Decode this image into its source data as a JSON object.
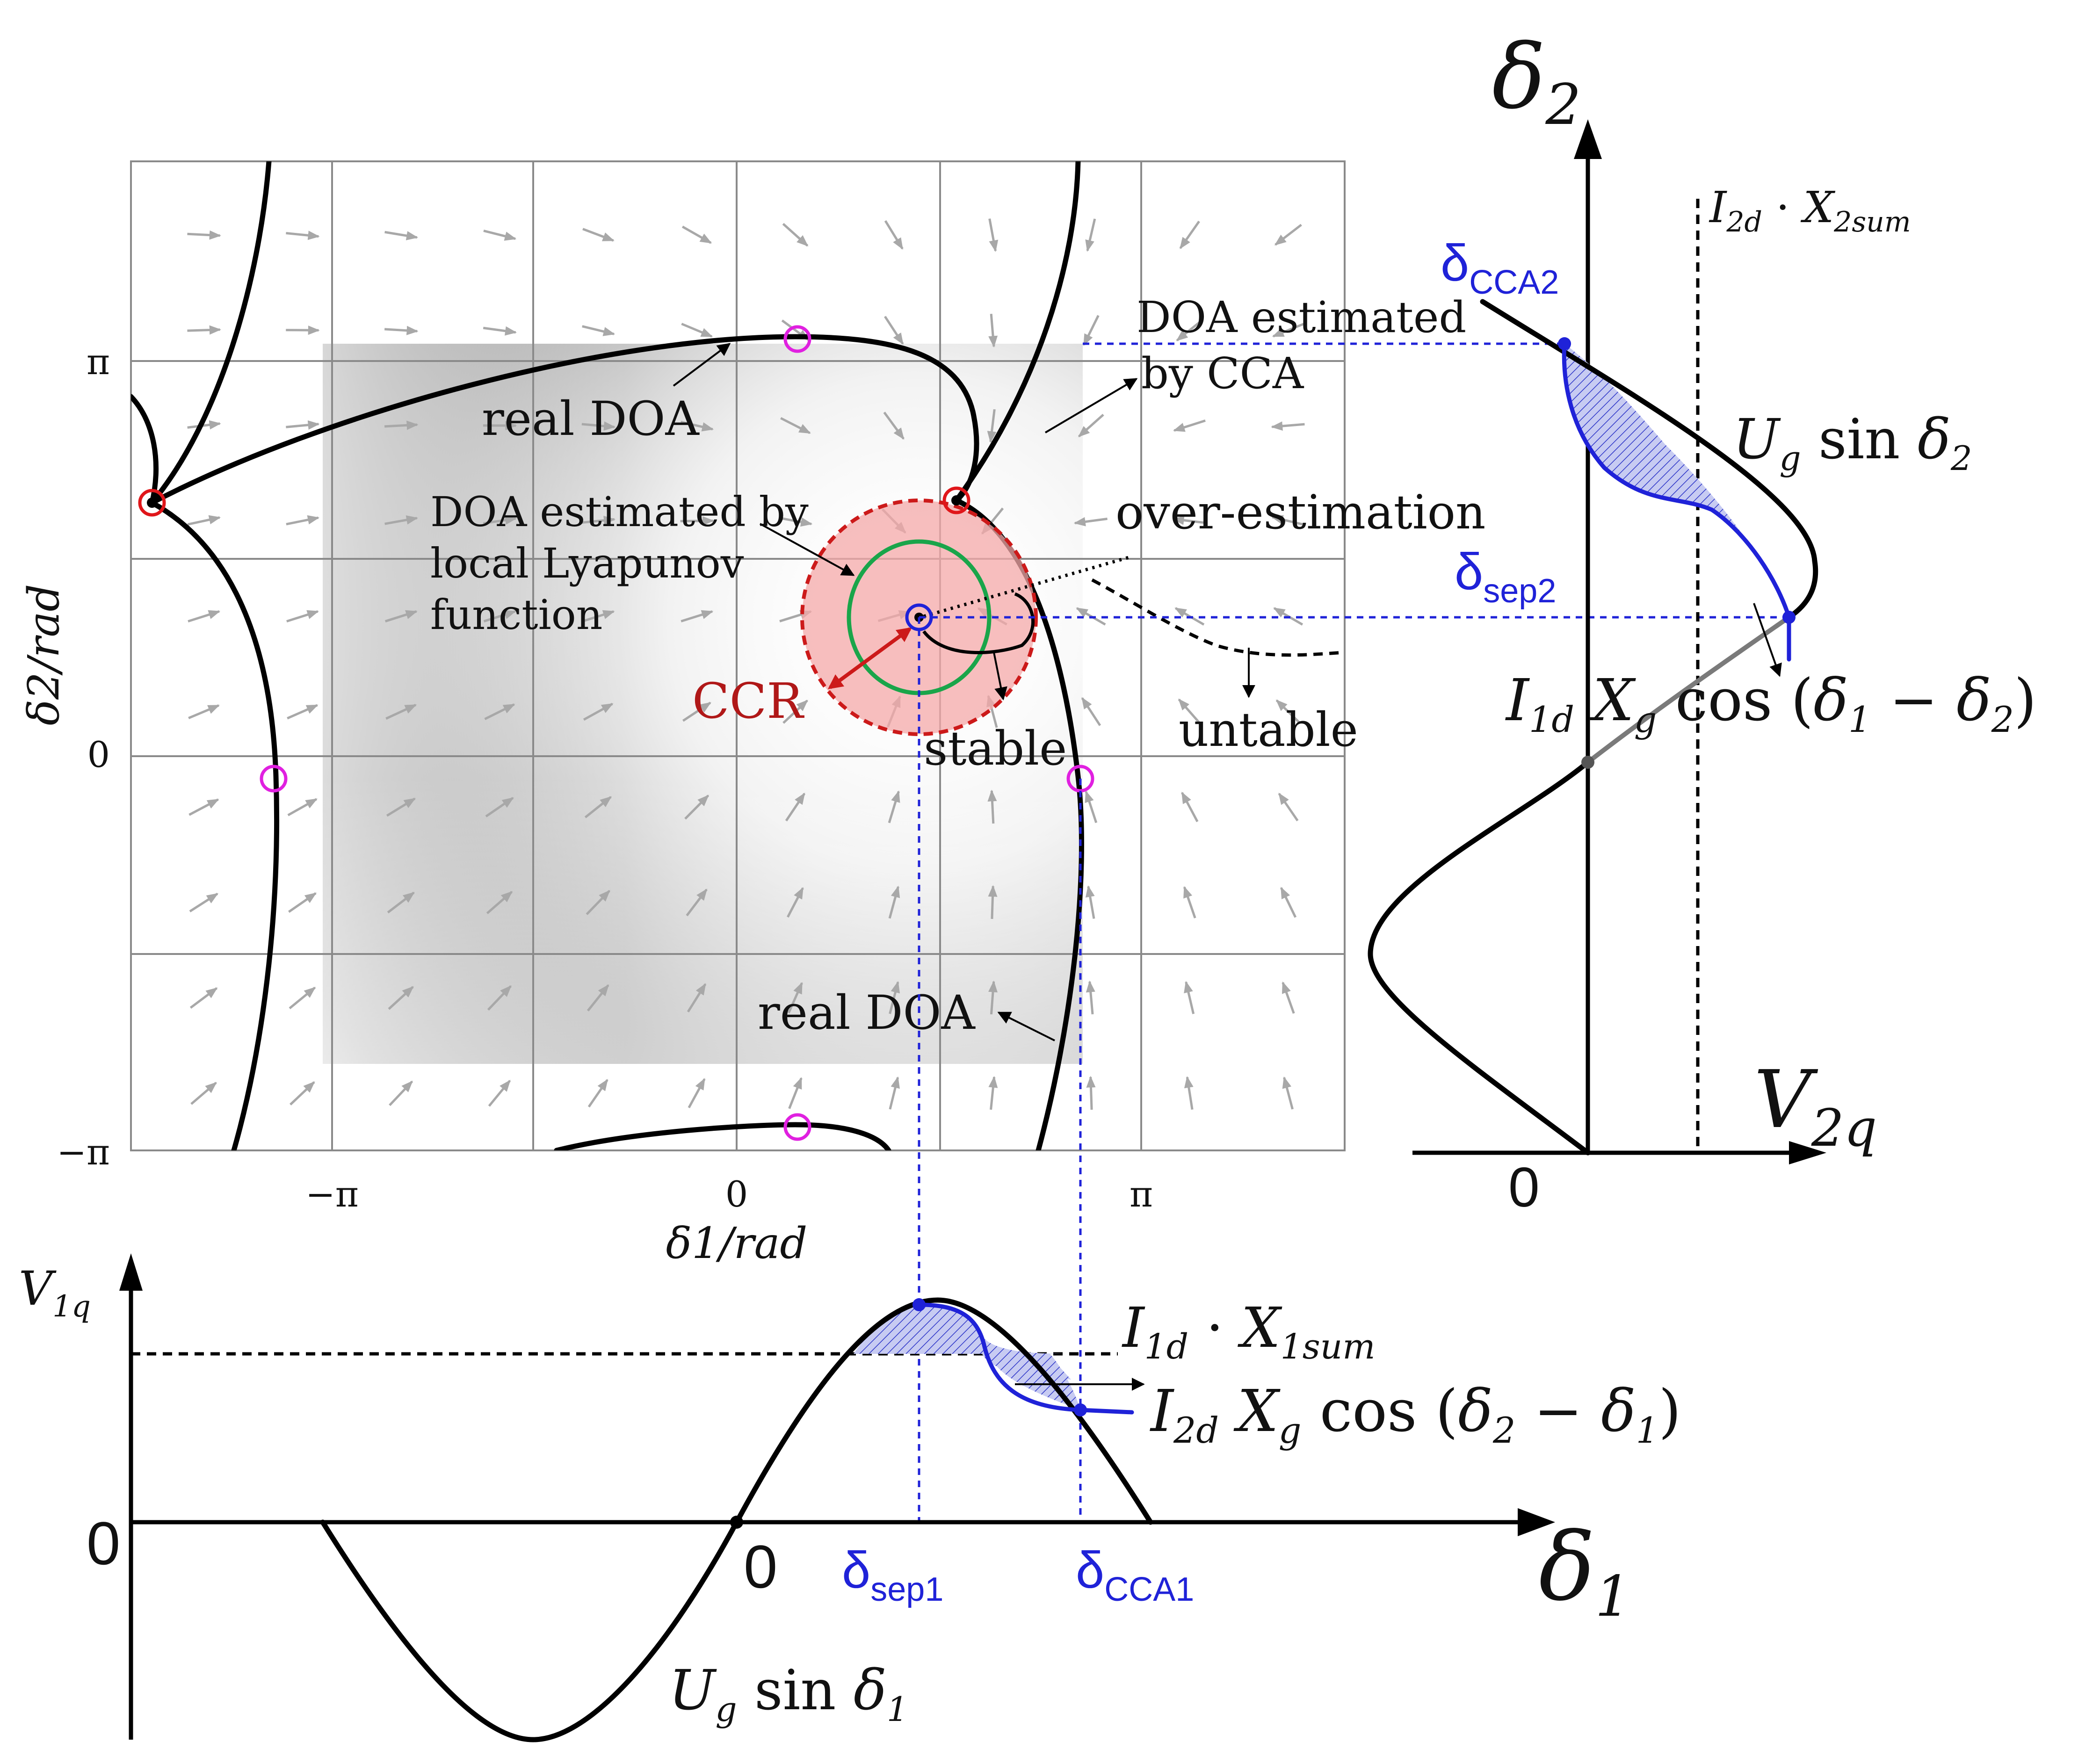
{
  "phase_plane": {
    "y_axis_label": "δ2/rad",
    "x_axis_label": "δ1/rad",
    "y_ticks": [
      "π",
      "0",
      "−π"
    ],
    "x_ticks": [
      "−π",
      "0",
      "π"
    ]
  },
  "annotations": {
    "real_doa_top": "real DOA",
    "real_doa_bottom": "real DOA",
    "doa_cca_line1": "DOA estimated",
    "doa_cca_line2": "by CCA",
    "doa_lyap_line1": "DOA estimated by",
    "doa_lyap_line2": "local Lyapunov",
    "doa_lyap_line3": "function",
    "over_estimation": "over-estimation",
    "ccr": "CCR",
    "stable": "stable",
    "untable": "untable"
  },
  "right_plot": {
    "y_axis_label": "δ2",
    "x_axis_label": "V2q",
    "origin": "0",
    "delta_cca2": "δCCA2",
    "delta_sep2": "δsep2",
    "threshold_label": "I2d · X2sum",
    "sine_label": "Ug sin δ2",
    "cos_label": "I1d Xg cos (δ1 − δ2)"
  },
  "bottom_plot": {
    "y_axis_label": "V1q",
    "x_axis_label": "δ1",
    "origin_y": "0",
    "origin_x": "0",
    "delta_sep1": "δsep1",
    "delta_cca1": "δCCA1",
    "threshold_label": "I1d · X1sum",
    "sine_label": "Ug sin δ1",
    "cos_label": "I2d Xg cos (δ2 − δ1)"
  },
  "colors": {
    "curve": "#000000",
    "guide": "#1f22d8",
    "ccr": "#b01818",
    "lyapunov": "#1aa54a",
    "saddle_marker": "#e0161a",
    "node_marker": "#e020e0",
    "grid": "#8a8a8a",
    "vector": "#a8a8a8"
  }
}
